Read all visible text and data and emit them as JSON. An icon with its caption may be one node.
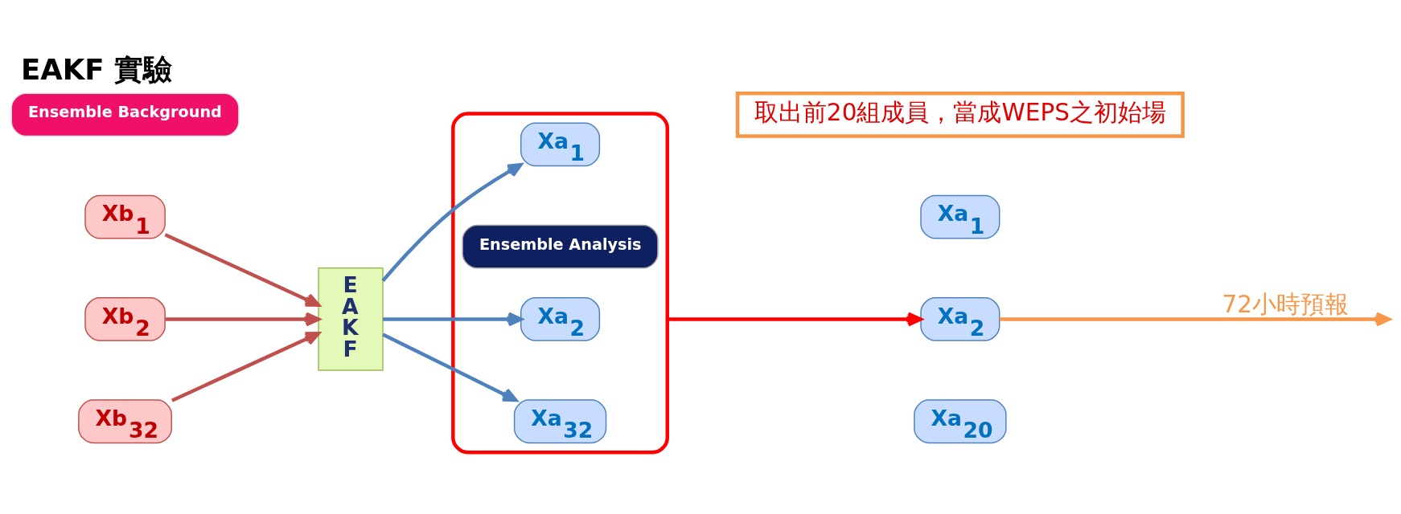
{
  "diagram": {
    "title": "EAKF 實驗",
    "nodes": [
      {
        "text": [
          "Ensemble Background"
        ]
      },
      {
        "text": [
          "Xb$_{1}$"
        ]
      },
      {
        "text": [
          "Xb$_{2}$"
        ]
      },
      {
        "text": [
          "Xb$_{32}$"
        ]
      },
      {
        "text": [
          "E A K F"
        ]
      },
      {
        "text": [],
        "shape": "box"
      },
      {
        "text": [
          "Ensemble Analysis"
        ],
        "in": 5
      },
      {
        "text": [
          "Xa$_{1}$"
        ],
        "in": 5
      },
      {
        "text": [
          "Xa$_{2}$"
        ],
        "in": 5
      },
      {
        "text": [
          "Xa$_{32}$"
        ],
        "in": 5
      },
      {
        "text": [
          "Xa$_{1}$"
        ]
      },
      {
        "text": [
          "Xa$_{2}$"
        ]
      },
      {
        "text": [
          "Xa$_{20}$"
        ]
      },
      {
        "text": [
          "取出前20組成員，當成WEPS之初始場"
        ]
      }
    ],
    "edges": [
      {
        "from": 1,
        "to": 4,
        "arrow": "to",
        "color": "#c0504d"
      },
      {
        "from": 2,
        "to": 4,
        "arrow": "to",
        "color": "#c0504d"
      },
      {
        "from": 3,
        "to": 4,
        "arrow": "to",
        "color": "#c0504d"
      },
      {
        "from": 4,
        "to": 7,
        "arrow": "to",
        "color": "#4f81bd"
      },
      {
        "from": 4,
        "to": 8,
        "arrow": "to",
        "color": "#4f81bd"
      },
      {
        "from": 4,
        "to": 9,
        "arrow": "to",
        "color": "#4f81bd"
      },
      {
        "from": 5,
        "to": 11,
        "arrow": "to",
        "color": "#ff0000"
      },
      {
        "from": 11,
        "to": null,
        "arrow": "to",
        "label": "72小時預報",
        "color": "#f79646"
      }
    ]
  }
}
